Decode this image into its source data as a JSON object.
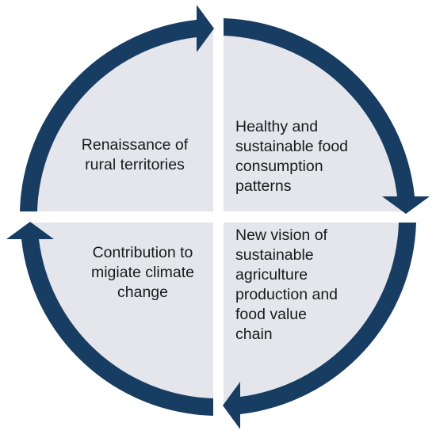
{
  "colors": {
    "ring": "#173d63",
    "quadrant_fill": "#e4e6ec",
    "text": "#1a1a1a",
    "background": "#ffffff"
  },
  "quadrants": {
    "top_left": "Renaissance of\nrural territories",
    "top_right": "Healthy and\nsustainable food\nconsumption\npatterns",
    "bottom_left": "Contribution to\nmigiate climate\nchange",
    "bottom_right": "New vision of\nsustainable\nagriculture\nproduction and\nfood value\nchain"
  }
}
